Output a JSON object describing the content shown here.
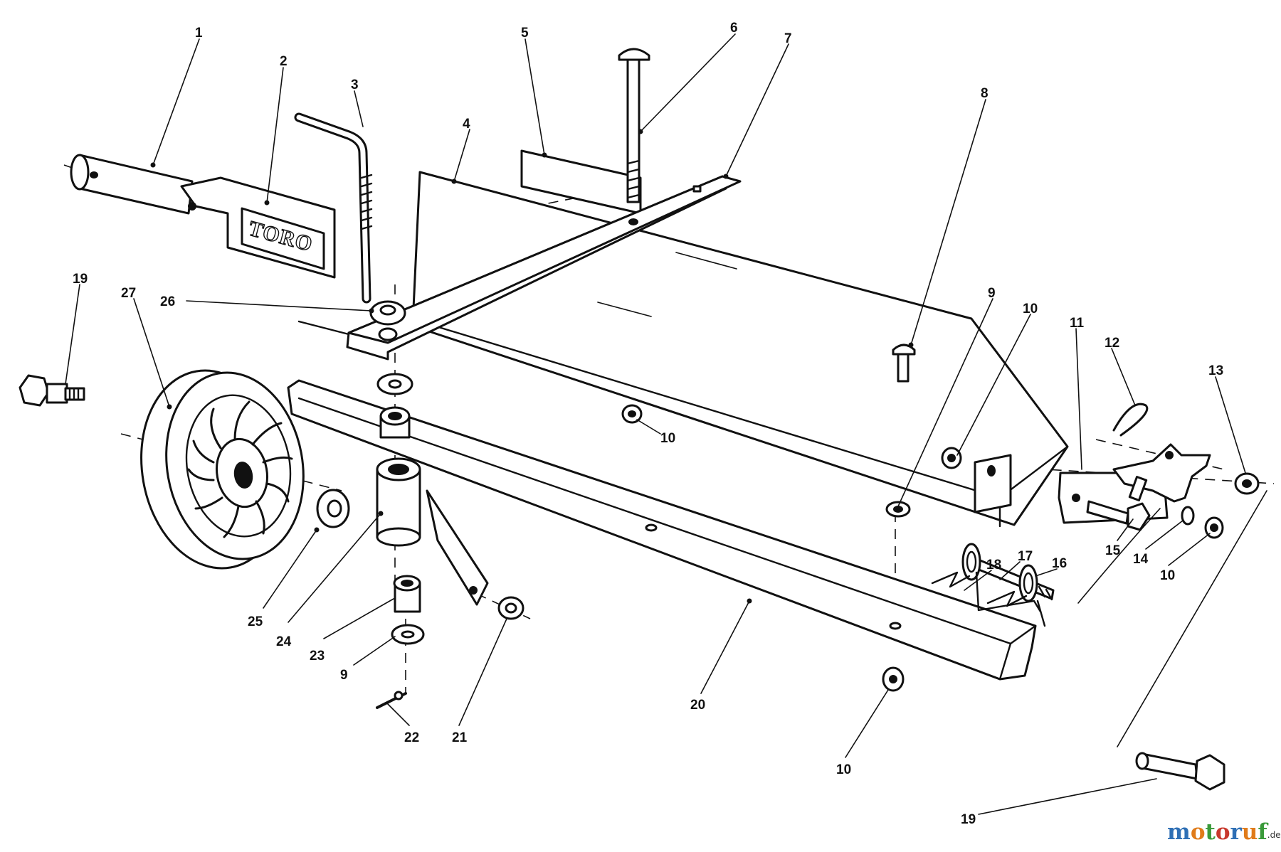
{
  "diagram": {
    "brand_plate": "TORO",
    "callouts": [
      {
        "label": "1"
      },
      {
        "label": "2"
      },
      {
        "label": "3"
      },
      {
        "label": "4"
      },
      {
        "label": "5"
      },
      {
        "label": "6"
      },
      {
        "label": "7"
      },
      {
        "label": "8"
      },
      {
        "label": "9"
      },
      {
        "label": "10"
      },
      {
        "label": "11"
      },
      {
        "label": "12"
      },
      {
        "label": "13"
      },
      {
        "label": "19"
      },
      {
        "label": "27"
      },
      {
        "label": "26"
      },
      {
        "label": "10"
      },
      {
        "label": "18"
      },
      {
        "label": "17"
      },
      {
        "label": "16"
      },
      {
        "label": "15"
      },
      {
        "label": "14"
      },
      {
        "label": "10"
      },
      {
        "label": "25"
      },
      {
        "label": "24"
      },
      {
        "label": "23"
      },
      {
        "label": "9"
      },
      {
        "label": "22"
      },
      {
        "label": "21"
      },
      {
        "label": "20"
      },
      {
        "label": "10"
      },
      {
        "label": "19"
      }
    ]
  },
  "watermark": {
    "letters": [
      "m",
      "o",
      "t",
      "o",
      "r",
      "u",
      "f"
    ],
    "suffix": ".de",
    "colors": [
      "#2e6fb5",
      "#e07b1a",
      "#3a9a3a",
      "#c8382d",
      "#2e6fb5",
      "#e07b1a",
      "#3a9a3a"
    ]
  }
}
